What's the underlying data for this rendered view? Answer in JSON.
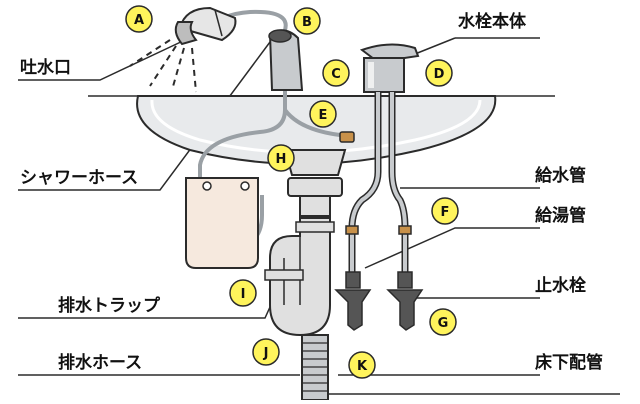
{
  "title": "洗面台の構造",
  "labels": {
    "faucet_body": "水栓本体",
    "spout": "吐水口",
    "shower_hose": "シャワーホース",
    "supply_pipe": "給水管",
    "hot_pipe": "給湯管",
    "stop_valve": "止水栓",
    "drain_trap": "排水トラップ",
    "drain_hose": "排水ホース",
    "floor_pipe": "床下配管"
  },
  "markers": [
    "A",
    "B",
    "C",
    "D",
    "E",
    "F",
    "G",
    "H",
    "I",
    "J",
    "K"
  ],
  "colors": {
    "marker_fill": "#fff45c",
    "stroke": "#2b2b2b",
    "metal": "#c8cbce",
    "sink": "#e8eaec",
    "bag": "#f6e9de",
    "brass": "#c8914a"
  }
}
